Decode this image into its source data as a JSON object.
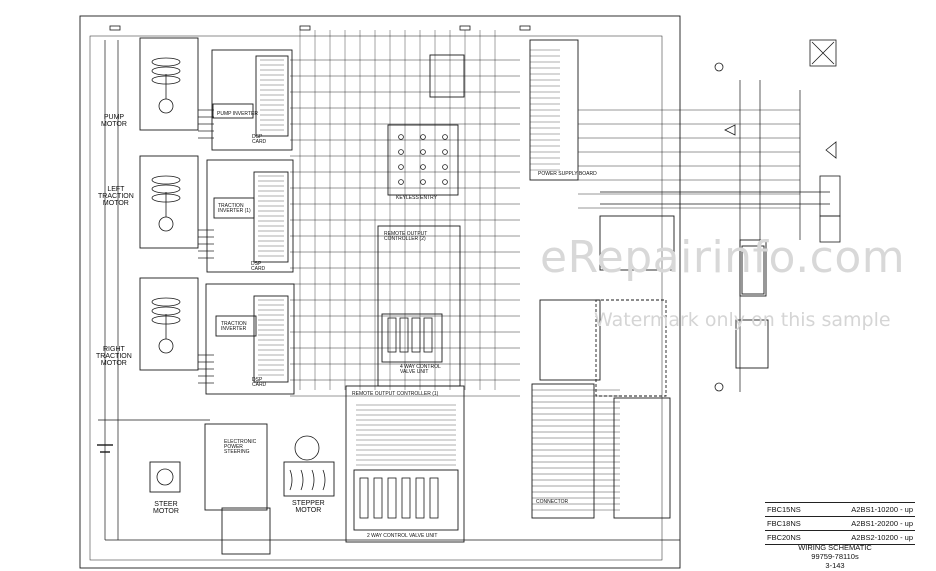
{
  "diagram": {
    "motors": {
      "pump": "PUMP\nMOTOR",
      "left": "LEFT\nTRACTION\nMOTOR",
      "right": "RIGHT\nTRACTION\nMOTOR",
      "steer": "STEER\nMOTOR",
      "stepper": "STEPPER\nMOTOR"
    },
    "boxes": {
      "pump_inverter": "PUMP INVERTER",
      "traction_inverter_1": "TRACTION\nINVERTER (1)",
      "traction_inverter_2": "TRACTION\nINVERTER",
      "dsp_card_1": "DSP\nCARD",
      "dsp_card_2": "DSP\nCARD",
      "dsp_card_3": "DSP\nCARD",
      "ecu": "ELECTRONIC\nPOWER\nSTEERING",
      "remote_output_1": "REMOTE OUTPUT\nCONTROLLER (2)",
      "remote_output_2": "REMOTE OUTPUT CONTROLLER (1)",
      "valve_unit_1": "4 WAY CONTROL\nVALVE UNIT",
      "valve_unit_2": "2 WAY CONTROL VALVE UNIT",
      "keyless_entry": "KEYLESS ENTRY",
      "power_supply": "POWER SUPPLY BOARD",
      "connector": "CONNECTOR"
    },
    "watermark": {
      "main": "eRepairinfo.com",
      "sub": "Watermark only on this sample"
    },
    "models": [
      {
        "model": "FBC15NS",
        "serial": "A2BS1-10200 - up"
      },
      {
        "model": "FBC18NS",
        "serial": "A2BS1-20200 - up"
      },
      {
        "model": "FBC20NS",
        "serial": "A2BS2-10200 - up"
      }
    ],
    "title": "WIRING SCHEMATIC",
    "part_number": "99759-78110s",
    "page": "3-143"
  }
}
